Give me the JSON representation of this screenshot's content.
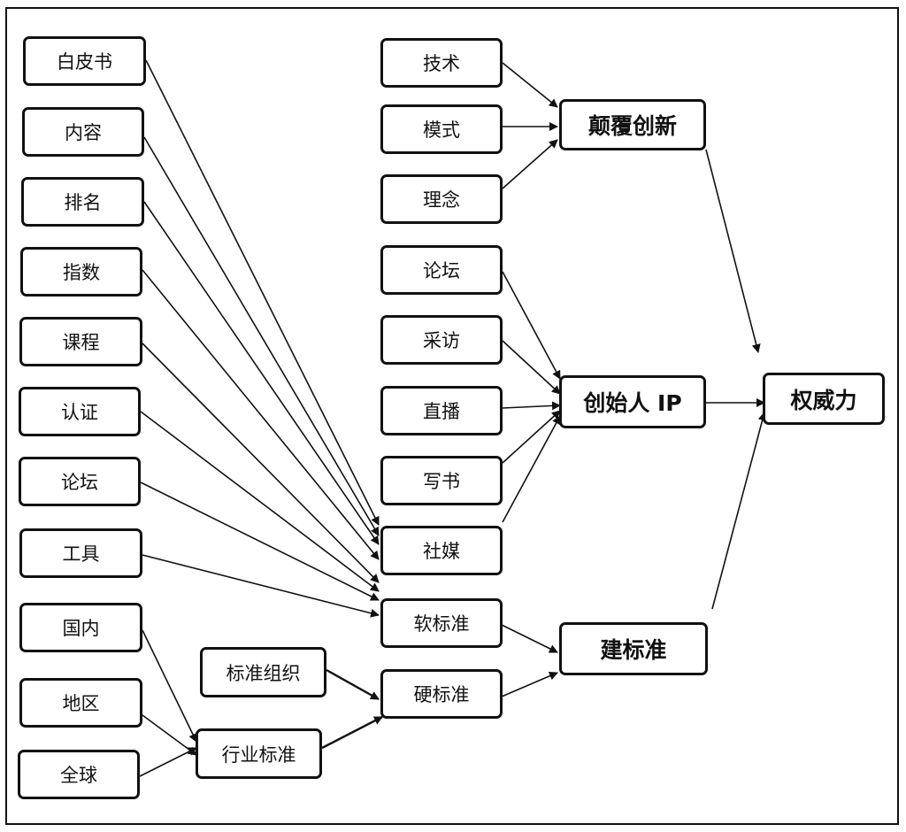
{
  "nodes": {
    "baipishu": "白皮书",
    "neirong": "内容",
    "paiming": "排名",
    "zhishu": "指数",
    "kecheng": "课程",
    "renzheng": "认证",
    "luntan_left": "论坛",
    "gongju": "工具",
    "guonei": "国内",
    "diqu": "地区",
    "quanqiu": "全球",
    "biaozhun_zuzhi": "标准组织",
    "hangye_biaozhun": "行业标准",
    "jishu": "技术",
    "moshi": "模式",
    "linian": "理念",
    "luntan_mid": "论坛",
    "caifang": "采访",
    "zhibo": "直播",
    "xieshu": "写书",
    "shemei": "社媒",
    "ruan_biaozhun": "软标准",
    "ying_biaozhun": "硬标准",
    "dianfu_chuangxin": "颠覆创新",
    "chuangshiren_ip": "创始人 IP",
    "jian_biaozhun": "建标准",
    "weiweili": "权威力"
  }
}
